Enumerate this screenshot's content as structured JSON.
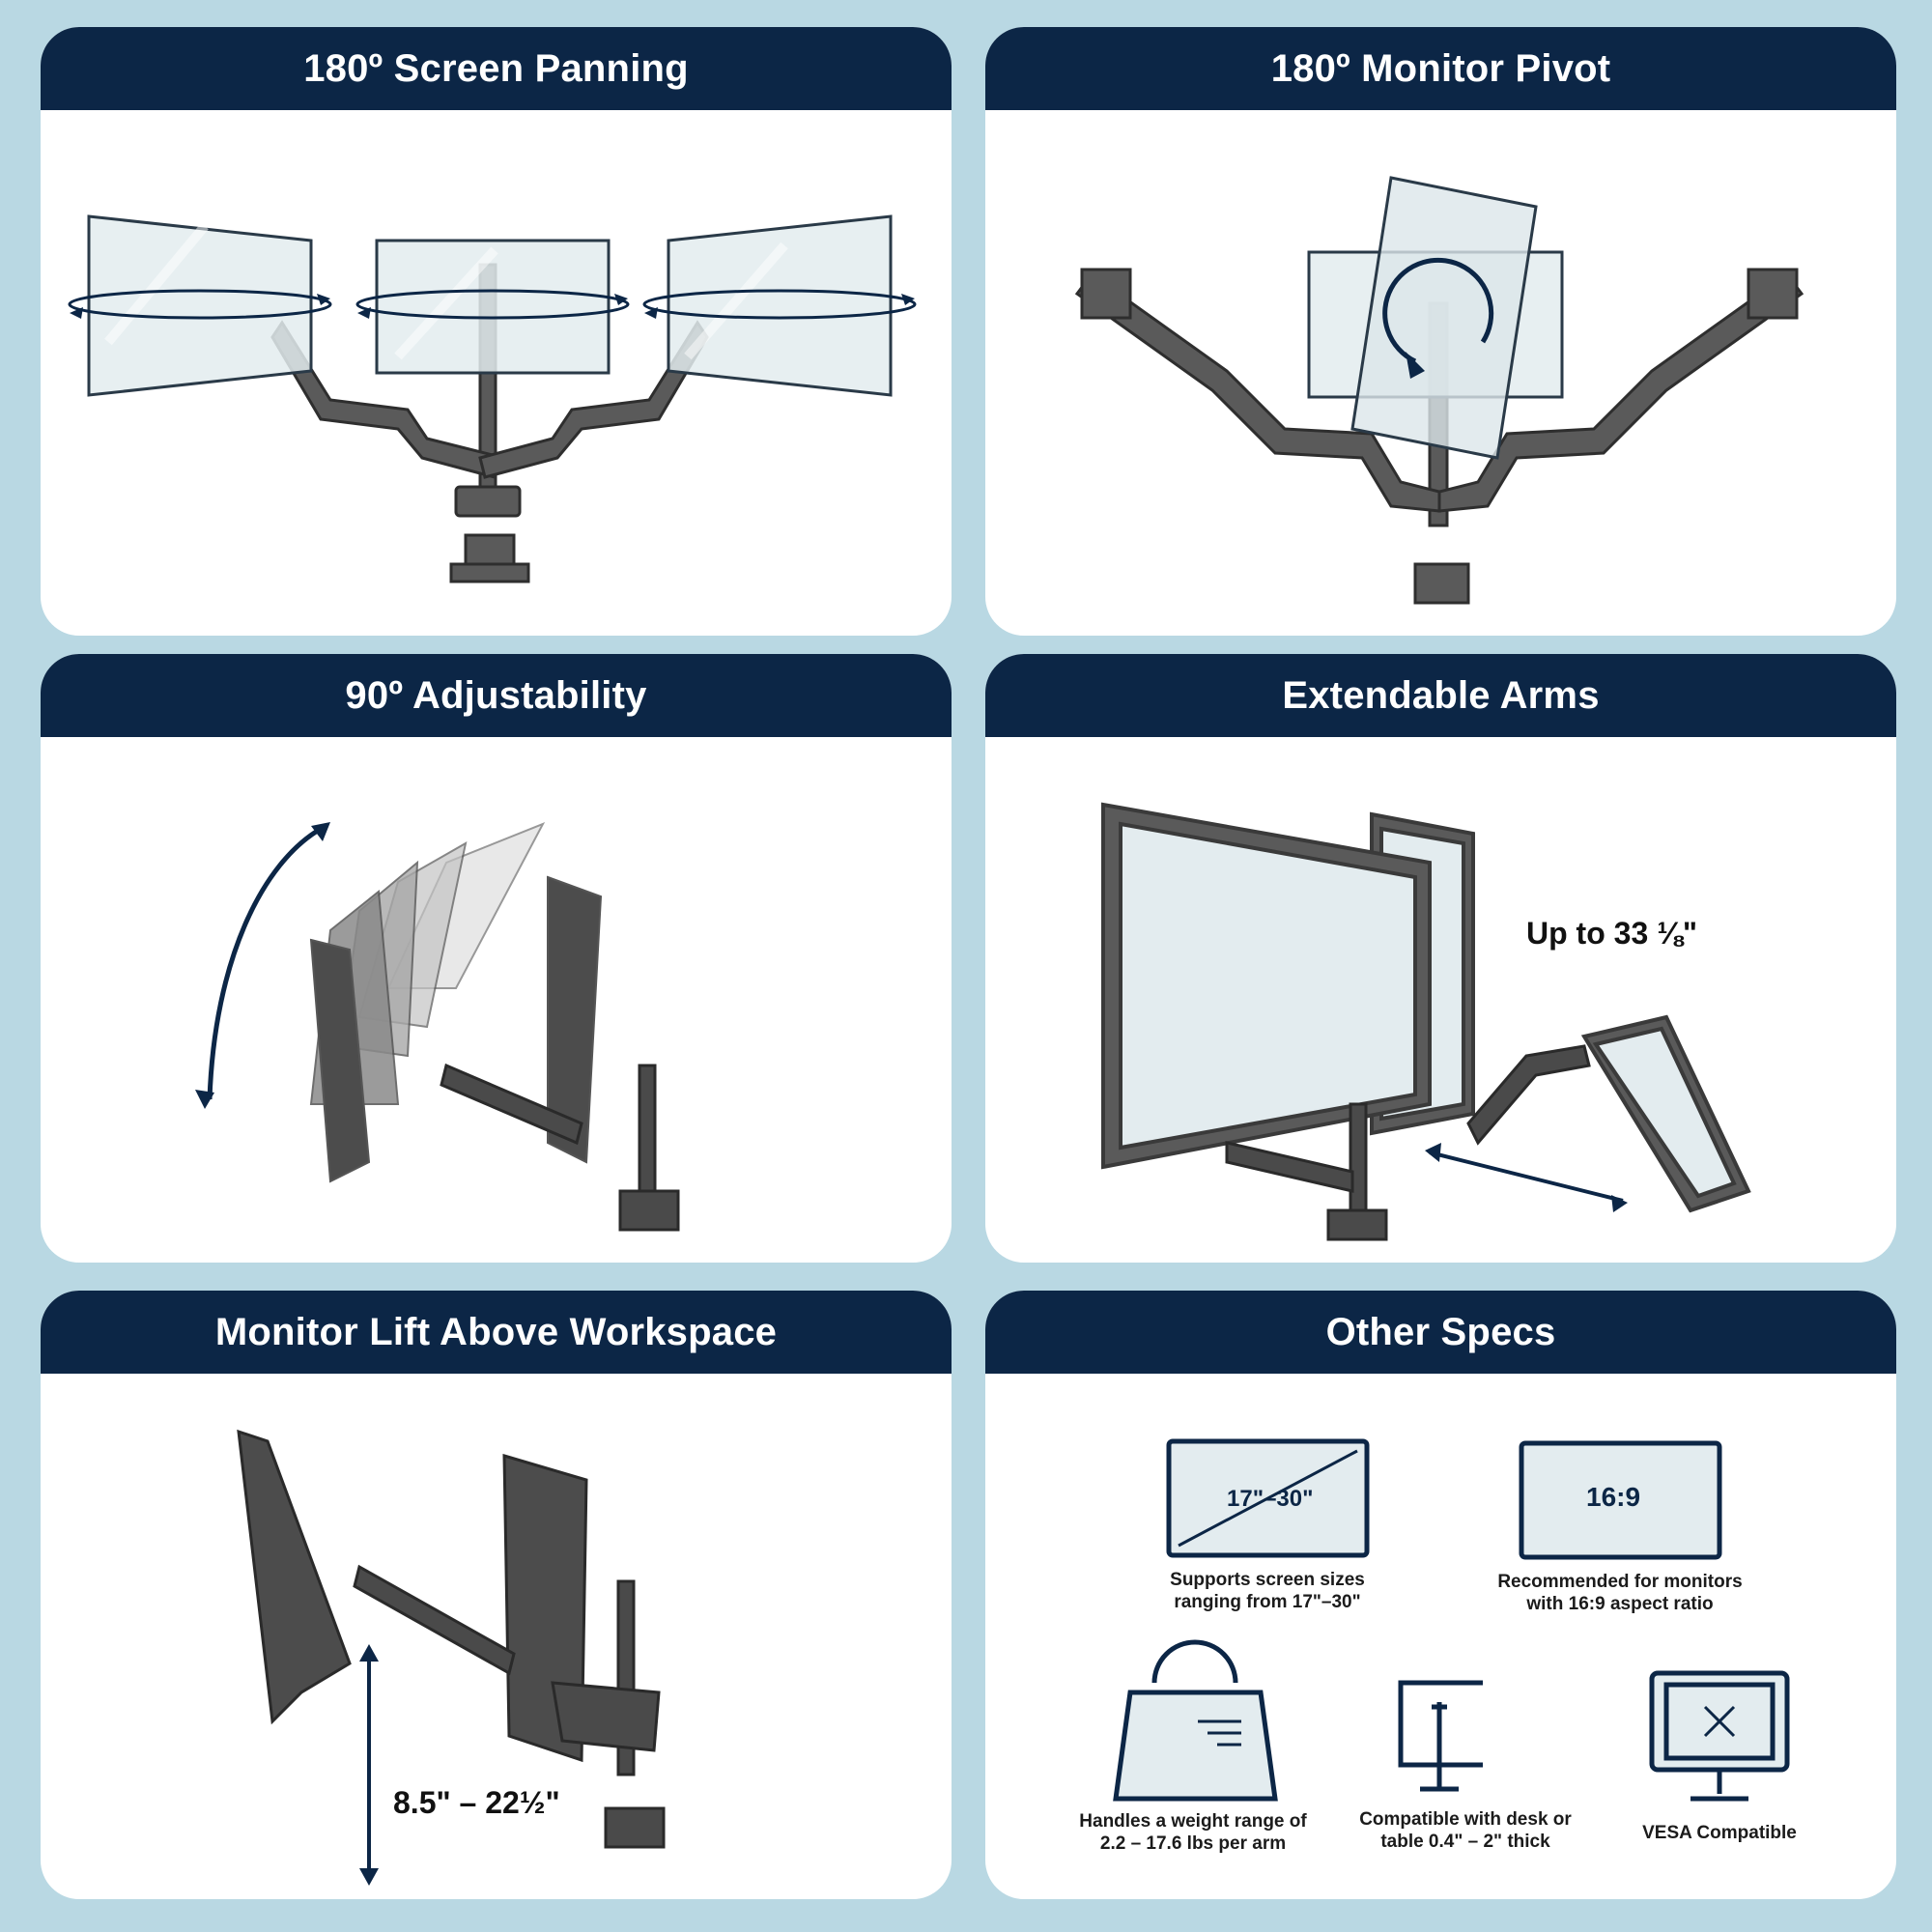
{
  "panels": {
    "panning": {
      "title": "180º Screen Panning"
    },
    "pivot": {
      "title": "180º Monitor Pivot"
    },
    "adjust": {
      "title": "90º Adjustability"
    },
    "extend": {
      "title": "Extendable Arms",
      "reach_label": "Up to 33 ⅛\""
    },
    "lift": {
      "title": "Monitor Lift Above Workspace",
      "range_label": "8.5\" – 22½\""
    },
    "specs": {
      "title": "Other Specs",
      "screen_size_value": "17\"–30\"",
      "screen_size_caption_1": "Supports screen sizes",
      "screen_size_caption_2": "ranging from 17\"–30\"",
      "aspect_value": "16:9",
      "aspect_caption_1": "Recommended for monitors",
      "aspect_caption_2": "with 16:9 aspect ratio",
      "weight_caption_1": "Handles a weight range of",
      "weight_caption_2": "2.2 – 17.6 lbs per arm",
      "clamp_caption_1": "Compatible with desk or",
      "clamp_caption_2": "table 0.4\" – 2\" thick",
      "vesa_caption": "VESA Compatible"
    }
  },
  "colors": {
    "background": "#b9d8e3",
    "header": "#0c2646",
    "arm": "#4a4a4a",
    "screen_glass": "#e3ecef",
    "accent_navy": "#0c2646"
  }
}
